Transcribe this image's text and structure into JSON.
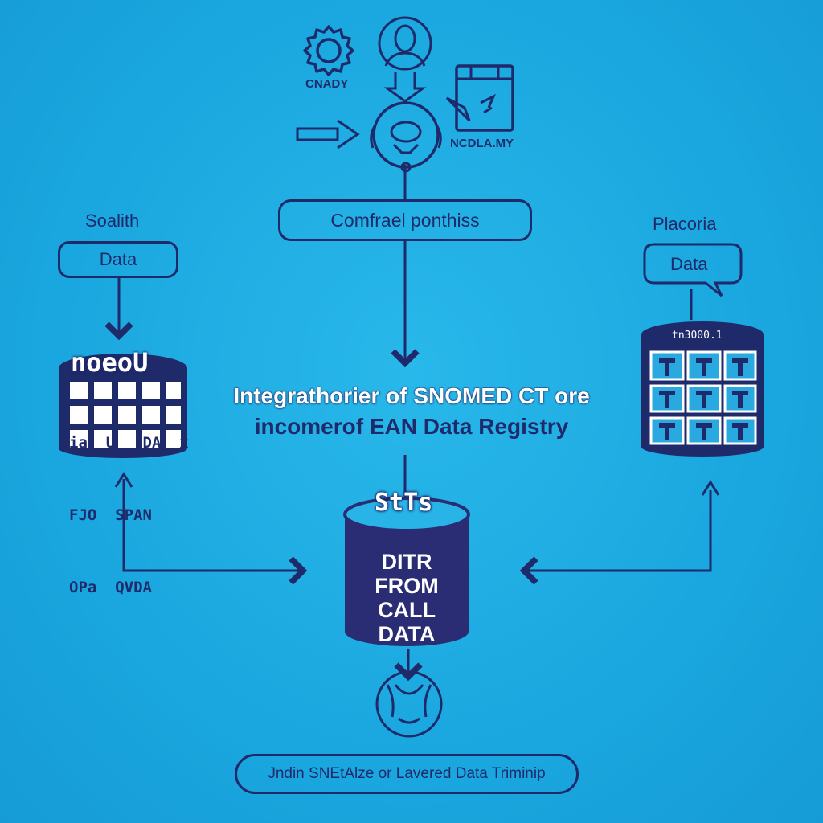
{
  "top_icons": {
    "gear_label": "CNADY",
    "calendar_label": "NCDLA.MY"
  },
  "center_box": {
    "label": "Comfrael ponthiss"
  },
  "left_source": {
    "heading": "Soalith",
    "tag": "Data",
    "db_header": "noeoU",
    "db_rows": [
      "ia  U   DA  x",
      "FJO  SPAN",
      "OPa  QVDA"
    ]
  },
  "right_source": {
    "heading": "Placoria",
    "tag": "Data",
    "db_header": "tn3000.1"
  },
  "main_title": {
    "line1": "Integrathorier of SNOMED CT ore",
    "line2_dark": "incomerof",
    "line2_light": "EAN Data Registry"
  },
  "center_db": {
    "header": "StTs",
    "lines": [
      "DITR",
      "FROM",
      "CALL",
      "DATA"
    ]
  },
  "footer": {
    "label": "Jndin SNEtAlze or Lavered Data Triminip"
  },
  "colors": {
    "background": "#1aa7df",
    "ink": "#1f2a6b",
    "white": "#ffffff"
  }
}
